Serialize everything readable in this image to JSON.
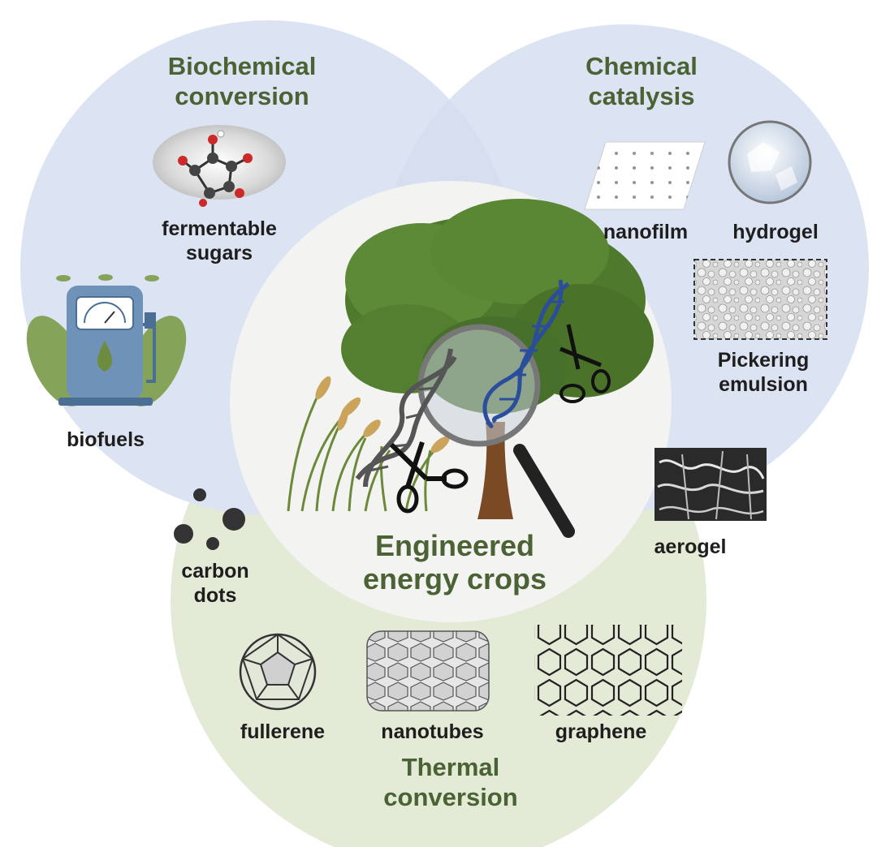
{
  "sections": {
    "biochemical": {
      "line1": "Biochemical",
      "line2": "conversion",
      "color": "#4a6234"
    },
    "chemical": {
      "line1": "Chemical",
      "line2": "catalysis",
      "color": "#4a6234"
    },
    "thermal": {
      "line1": "Thermal",
      "line2": "conversion",
      "color": "#4a6234"
    }
  },
  "center": {
    "line1": "Engineered",
    "line2": "energy crops"
  },
  "items": {
    "fermentable_sugars": {
      "line1": "fermentable",
      "line2": "sugars"
    },
    "biofuels": "biofuels",
    "nanofilm": "nanofilm",
    "hydrogel": "hydrogel",
    "pickering_emulsion": {
      "line1": "Pickering",
      "line2": "emulsion"
    },
    "aerogel": "aerogel",
    "carbon_dots": {
      "line1": "carbon",
      "line2": "dots"
    },
    "fullerene": "fullerene",
    "nanotubes": "nanotubes",
    "graphene": "graphene"
  },
  "colors": {
    "blue_circle": "#dce3f2",
    "green_circle": "#e3ead6",
    "center_circle": "#f3f3f1",
    "label_green": "#4a6234"
  }
}
